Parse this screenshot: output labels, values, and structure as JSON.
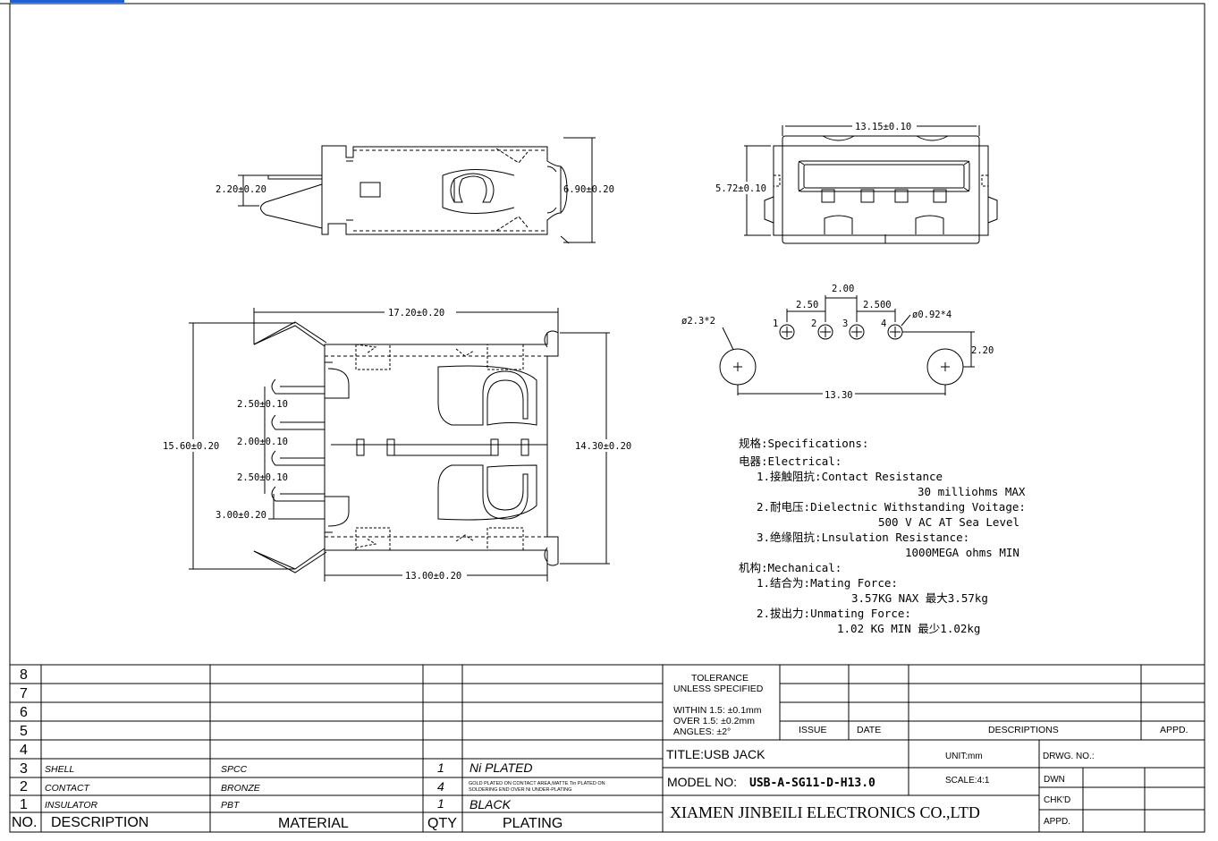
{
  "side_view": {
    "dims": [
      "2.20±0.20",
      "6.90±0.20"
    ]
  },
  "front_view": {
    "dims": [
      "13.15±0.10",
      "5.72±0.10"
    ]
  },
  "top_view": {
    "dims": [
      "17.20±0.20",
      "15.60±0.20",
      "14.30±0.20",
      "2.50±0.10",
      "2.00±0.10",
      "2.50±0.10",
      "3.00±0.20",
      "13.00±0.20"
    ]
  },
  "pcb_layout": {
    "dims": [
      "2.00",
      "2.50",
      "2.500",
      "ø2.3*2",
      "ø0.92*4",
      "2.20",
      "13.30"
    ],
    "pins": [
      "1",
      "2",
      "3",
      "4"
    ]
  },
  "specs": [
    "规格:Specifications:",
    "电器:Electrical:",
    "1.接触阻抗:Contact Resistance",
    "30 milliohms MAX",
    "2.耐电压:Dielectnic Withstanding Voitage:",
    "500 V AC AT Sea Level",
    "3.绝缘阻抗:Lnsulation Resistance:",
    "1000MEGA ohms MIN",
    "机构:Mechanical:",
    "1.结合为:Mating Force:",
    "3.57KG NAX 最大3.57kg",
    "2.拔出力:Unmating Force:",
    "1.02 KG MIN 最少1.02kg"
  ],
  "bom": {
    "row_numbers": [
      "8",
      "7",
      "6",
      "5",
      "4",
      "3",
      "2",
      "1"
    ],
    "header": {
      "no": "NO.",
      "description": "DESCRIPTION",
      "material": "MATERIAL",
      "qty": "QTY",
      "plating": "PLATING"
    },
    "items": [
      {
        "no": "3",
        "description": "SHELL",
        "material": "SPCC",
        "qty": "1",
        "plating": "Ni PLATED"
      },
      {
        "no": "2",
        "description": "CONTACT",
        "material": "BRONZE",
        "qty": "4",
        "plating_line1": "GOLD PLATED ON CONTACT AREA,MATTE Tin PLATED ON",
        "plating_line2": "SOLDERING END OVER Ni UNDER-PLATING"
      },
      {
        "no": "1",
        "description": "INSULATOR",
        "material": "PBT",
        "qty": "1",
        "plating": "BLACK"
      }
    ]
  },
  "title_block": {
    "tolerance_line1": "TOLERANCE",
    "tolerance_line2": "UNLESS SPECIFIED",
    "within": "WITHIN 1.5: ±0.1mm",
    "over": "OVER 1.5:  ±0.2mm",
    "angles": "ANGLES: ±2°",
    "issue": "ISSUE",
    "date": "DATE",
    "descriptions": "DESCRIPTIONS",
    "appd_rev": "APPD.",
    "title": "TITLE:USB JACK",
    "unit": "UNIT:mm",
    "drwg_no": "DRWG. NO.:",
    "model_label": "MODEL  NO:",
    "model_value": "USB-A-SG11-D-H13.0",
    "scale": "SCALE:4:1",
    "dwn": "DWN",
    "chkd": "CHK'D",
    "appd": "APPD.",
    "company": "XIAMEN JINBEILI ELECTRONICS CO.,LTD"
  }
}
